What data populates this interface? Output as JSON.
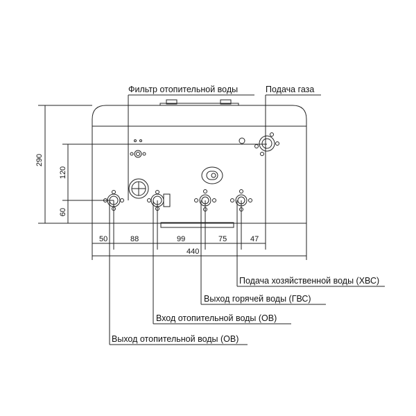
{
  "labels": {
    "filter": "Фильтр отопительной воды",
    "gas": "Подача газа",
    "cold_water": "Подача хозяйственной воды (ХВС)",
    "hot_water": "Выход горячей воды (ГВС)",
    "heating_in": "Вход отопительной воды (ОВ)",
    "heating_out": "Выход отопительной воды (ОВ)"
  },
  "dimensions": {
    "height_total": "290",
    "height_gas": "120",
    "height_pipes": "60",
    "d1": "50",
    "d2": "88",
    "d3": "99",
    "d4": "75",
    "d5": "47",
    "width_total": "440"
  },
  "colors": {
    "line": "#222222"
  }
}
